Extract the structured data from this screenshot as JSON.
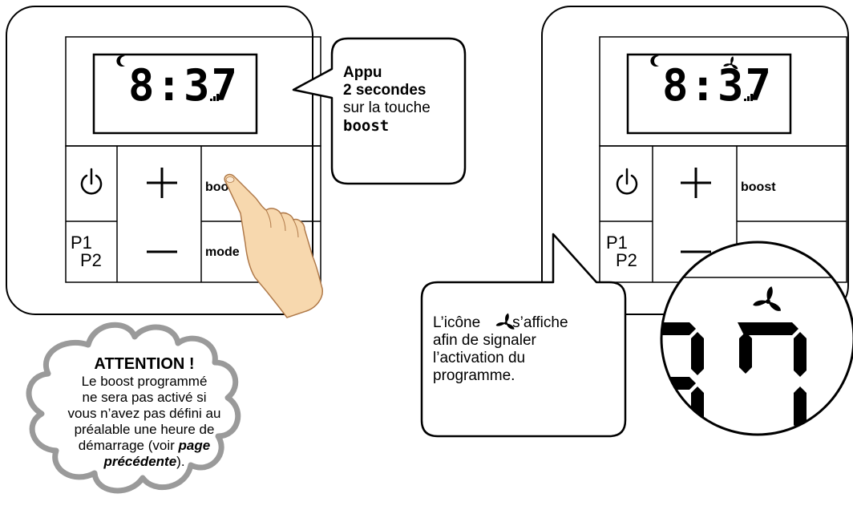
{
  "left_panel": {
    "display_time": "8:37",
    "buttons": {
      "boost": "boost",
      "mode": "mode",
      "p1": "P1",
      "p2": "P2"
    }
  },
  "right_panel": {
    "display_time": "8:37",
    "buttons": {
      "boost": "boost",
      "p1": "P1",
      "p2": "P2"
    }
  },
  "callout_press": {
    "line1": "Appu",
    "line2": "2 secondes",
    "line3": "sur la touche",
    "line4": "boost"
  },
  "callout_icon": {
    "part1": "L’icône",
    "part2": "s’affiche",
    "line2": "afin de signaler",
    "line3": "l’activation du",
    "line4": "programme."
  },
  "attention": {
    "title": "ATTENTION !",
    "line1": "Le boost programmé",
    "line2": "ne sera pas activé si",
    "line3": "vous n’avez pas défini au",
    "line4": "préalable une heure de",
    "line5_pre": "démarrage (voir ",
    "line5_em": "page",
    "line6_em": "précédente",
    "line6_post": ")."
  },
  "icons": [
    "moon-icon",
    "signal-icon",
    "power-icon",
    "plus-icon",
    "minus-icon",
    "fan-icon",
    "hand-icon"
  ]
}
